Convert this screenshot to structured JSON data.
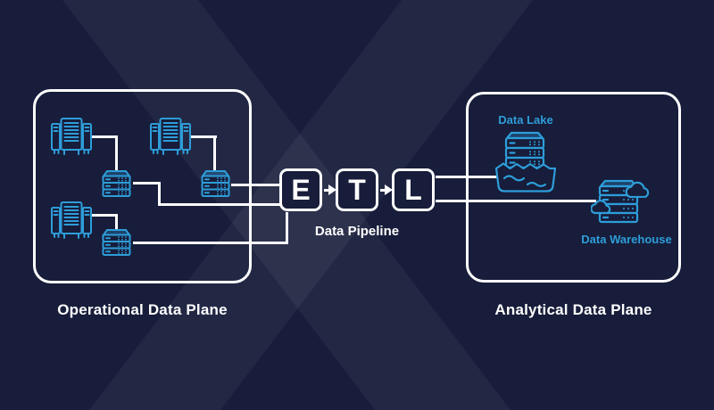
{
  "colors": {
    "background": "#171d3a",
    "accent_blue": "#2e9dd9",
    "line_white": "#ffffff"
  },
  "operational_plane": {
    "label": "Operational Data Plane",
    "icons": [
      "database-cluster",
      "database-cluster",
      "database-cluster",
      "server-stack",
      "server-stack",
      "server-stack"
    ]
  },
  "pipeline": {
    "label": "Data Pipeline",
    "stages": [
      "E",
      "T",
      "L"
    ]
  },
  "analytical_plane": {
    "label": "Analytical Data Plane",
    "data_lake_label": "Data Lake",
    "data_warehouse_label": "Data Warehouse"
  }
}
